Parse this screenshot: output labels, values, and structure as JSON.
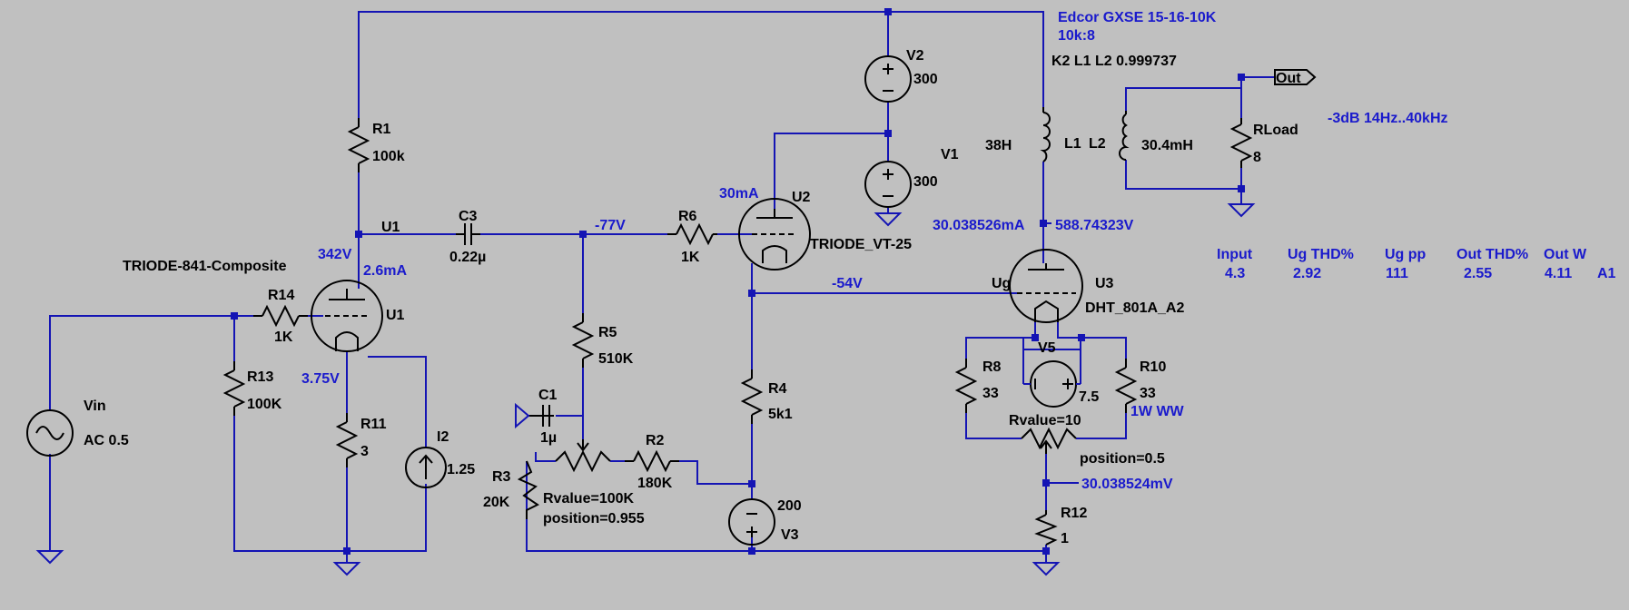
{
  "components": {
    "v2": {
      "name": "V2",
      "value": "300"
    },
    "v1": {
      "name": "V1",
      "value": "300"
    },
    "r1": {
      "name": "R1",
      "value": "100k"
    },
    "c3": {
      "name": "C3",
      "value": "0.22µ"
    },
    "r6": {
      "name": "R6",
      "value": "1K"
    },
    "u2": {
      "name": "U2",
      "model": "TRIODE_VT-25"
    },
    "u1": {
      "name": "U1",
      "model": "TRIODE-841-Composite"
    },
    "r14": {
      "name": "R14",
      "value": "1K"
    },
    "r13": {
      "name": "R13",
      "value": "100K"
    },
    "r11": {
      "name": "R11",
      "value": "3"
    },
    "i2": {
      "name": "I2",
      "value": "1.25"
    },
    "vin": {
      "name": "Vin",
      "value": "AC 0.5"
    },
    "r5": {
      "name": "R5",
      "value": "510K"
    },
    "c1": {
      "name": "C1",
      "value": "1µ"
    },
    "r2": {
      "name": "R2",
      "value": "180K"
    },
    "r3": {
      "name": "R3",
      "value": "20K",
      "rvalue": "Rvalue=100K",
      "position": "position=0.955"
    },
    "r4": {
      "name": "R4",
      "value": "5k1"
    },
    "v3": {
      "name": "V3",
      "value": "200"
    },
    "u3": {
      "name": "U3",
      "model": "DHT_801A_A2",
      "grid_label": "Ug"
    },
    "r8": {
      "name": "R8",
      "value": "33"
    },
    "v5": {
      "name": "V5",
      "value": "7.5"
    },
    "r10": {
      "name": "R10",
      "value": "33",
      "note": "1W  WW"
    },
    "pot": {
      "rvalue": "Rvalue=10",
      "position": "position=0.5"
    },
    "r12": {
      "name": "R12",
      "value": "1"
    },
    "l1": {
      "name": "L1",
      "value": "38H"
    },
    "l2": {
      "name": "L2",
      "value": "30.4mH"
    },
    "rload": {
      "name": "RLoad",
      "value": "8"
    }
  },
  "net_labels": {
    "u1_node": "U1",
    "out": "Out"
  },
  "transformer": {
    "title": "Edcor GXSE 15-16-10K",
    "ratio": "10k:8",
    "coupling": "K2 L1 L2 0.999737"
  },
  "annotations": {
    "u1_plate_v": "342V",
    "u1_current": "2.6mA",
    "u1_cathode_v": "3.75V",
    "r6_node_v": "-77V",
    "u2_current": "30mA",
    "u2_cathode_v": "-54V",
    "u3_current": "30.038526mA",
    "u3_plate_v": "588.74323V",
    "r12_v": "30.038524mV",
    "bandwidth": "-3dB 14Hz..40kHz"
  },
  "results_table": {
    "headers": [
      "Input",
      "Ug THD%",
      "Ug pp",
      "Out THD%",
      "Out W",
      ""
    ],
    "values": [
      "4.3",
      "2.92",
      "111",
      "2.55",
      "4.11",
      "A1"
    ]
  }
}
